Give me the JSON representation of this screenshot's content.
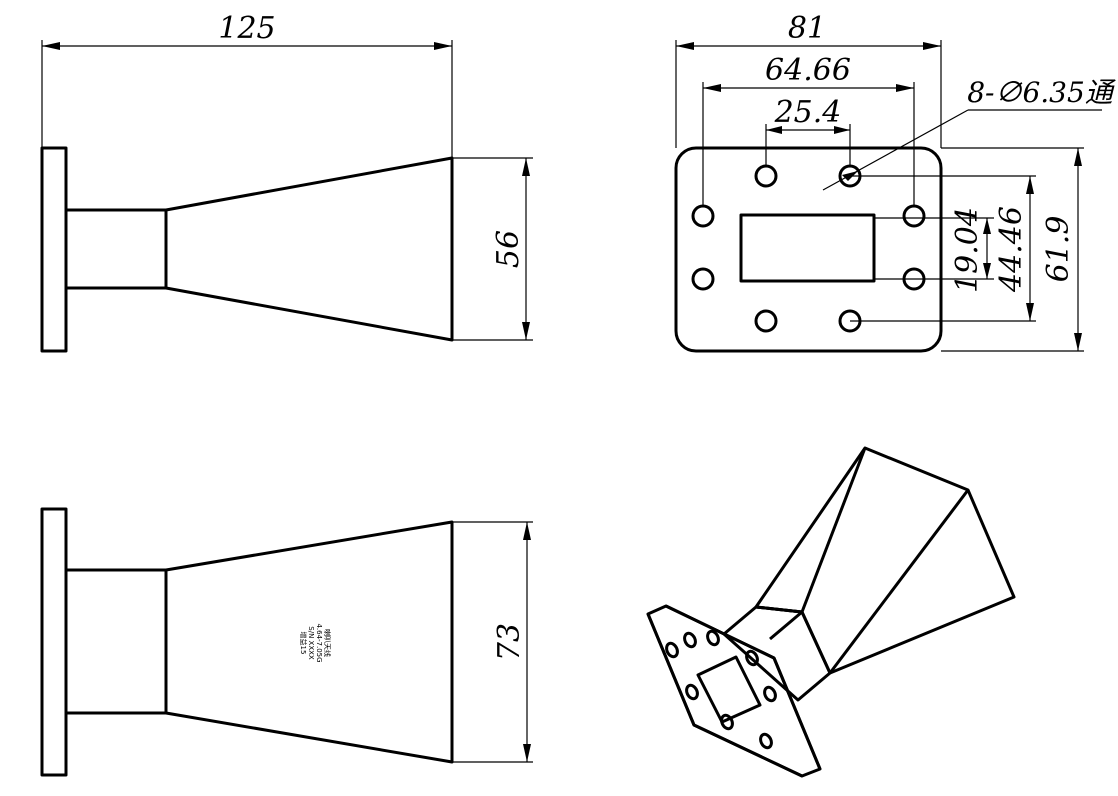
{
  "views": {
    "side_top": {
      "width_dim": "125",
      "aperture_dim": "56"
    },
    "front": {
      "overall_width": "81",
      "hole_span": "64.66",
      "hole_pitch": "25.4",
      "hole_note": "8-∅6.35通",
      "opening_height": "19.04",
      "hole_span_vertical": "44.46",
      "overall_height": "61.9"
    },
    "side_bottom": {
      "aperture_dim": "73",
      "label_lines": [
        "喇叭天线",
        "4.64-7.05G",
        "S/N XXXX",
        "增益15"
      ]
    },
    "iso": {}
  },
  "colors": {
    "line": "#000000",
    "background": "#ffffff"
  }
}
